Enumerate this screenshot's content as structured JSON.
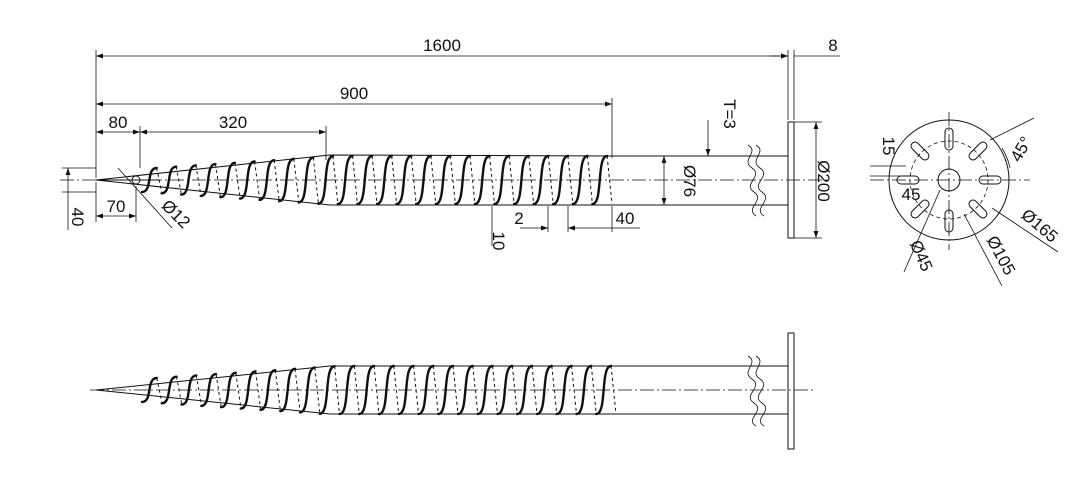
{
  "drawing": {
    "dimensions": {
      "overall_length": "1600",
      "plate_thickness": "8",
      "thread_length": "900",
      "tip_length": "80",
      "thread_start": "320",
      "wall_thickness": "T=3",
      "tube_diameter": "Ø76",
      "plate_diameter": "Ø200",
      "tip_offset": "40",
      "tip_cone": "70",
      "wire_diameter": "Ø12",
      "helix_gap": "2",
      "helix_rise": "10",
      "helix_end": "40"
    },
    "flange": {
      "slot_width": "15",
      "slot_angle": "45°",
      "slot_offset": "45",
      "bolt_circle": "Ø165",
      "inner_circle": "Ø105",
      "center_hole": "Ø45"
    }
  }
}
